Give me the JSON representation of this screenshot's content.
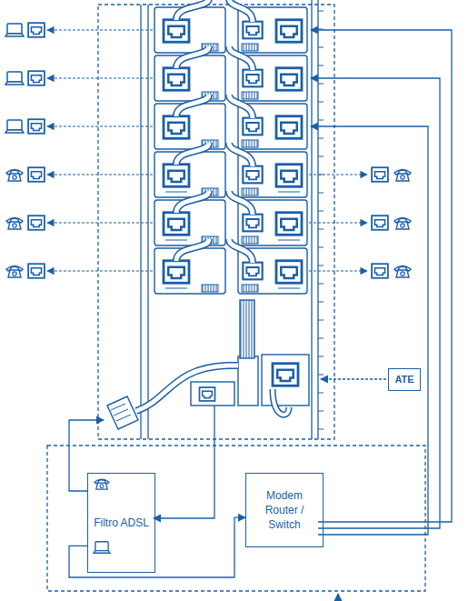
{
  "diagram": {
    "nodes": [
      {
        "text": [
          "ATE"
        ]
      },
      {
        "text": [
          "Filtro ADSL"
        ]
      },
      {
        "text": [
          "Modem Router / Switch"
        ]
      }
    ],
    "edges": [
      {
        "from": 1,
        "to": 2,
        "arrow": "to"
      }
    ]
  }
}
